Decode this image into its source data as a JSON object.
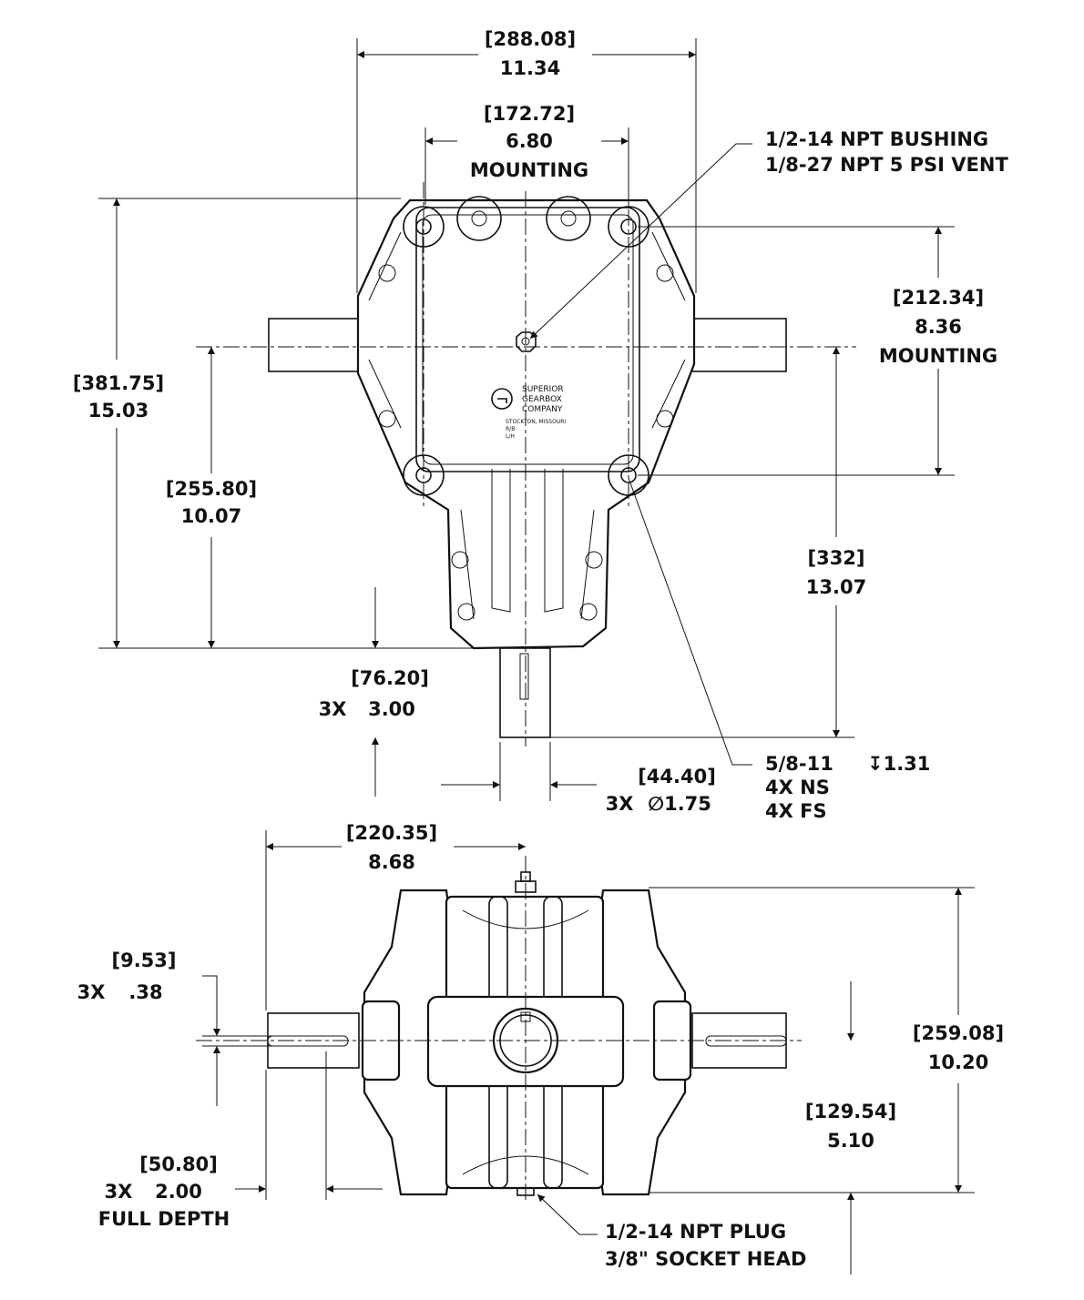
{
  "dimensions": {
    "overall_width": {
      "metric": "[288.08]",
      "imperial": "11.34"
    },
    "mounting_width": {
      "metric": "[172.72]",
      "imperial": "6.80",
      "label": "MOUNTING"
    },
    "overall_height": {
      "metric": "[381.75]",
      "imperial": "15.03"
    },
    "input_height": {
      "metric": "[255.80]",
      "imperial": "10.07"
    },
    "mounting_height": {
      "metric": "[212.34]",
      "imperial": "8.36",
      "label": "MOUNTING"
    },
    "shaft_height": {
      "metric": "[332]",
      "imperial": "13.07"
    },
    "shaft_length": {
      "metric": "[76.20]",
      "qty": "3X",
      "imperial": "3.00"
    },
    "shaft_diameter": {
      "metric": "[44.40]",
      "qty": "3X",
      "imperial": "∅1.75"
    },
    "side_half_width": {
      "metric": "[220.35]",
      "imperial": "8.68"
    },
    "key_width": {
      "metric": "[9.53]",
      "qty": "3X",
      "imperial": ".38"
    },
    "key_length": {
      "metric": "[50.80]",
      "qty": "3X",
      "imperial": "2.00",
      "note": "FULL DEPTH"
    },
    "side_height": {
      "metric": "[259.08]",
      "imperial": "10.20"
    },
    "side_half_height": {
      "metric": "[129.54]",
      "imperial": "5.10"
    }
  },
  "callouts": {
    "bushing": {
      "line1": "1/2-14 NPT BUSHING",
      "line2": "1/8-27 NPT 5 PSI VENT"
    },
    "bolts": {
      "line1": "5/8-11",
      "depth": "↧1.31",
      "line2": "4X NS",
      "line3": "4X FS"
    },
    "plug": {
      "line1": "1/2-14 NPT PLUG",
      "line2": "3/8\" SOCKET HEAD"
    }
  },
  "logo": {
    "line1": "SUPERIOR",
    "line2": "GEARBOX",
    "line3": "COMPANY",
    "line4": "STOCKTON, MISSOURI",
    "line5": "R/B",
    "line6": "L/H"
  }
}
